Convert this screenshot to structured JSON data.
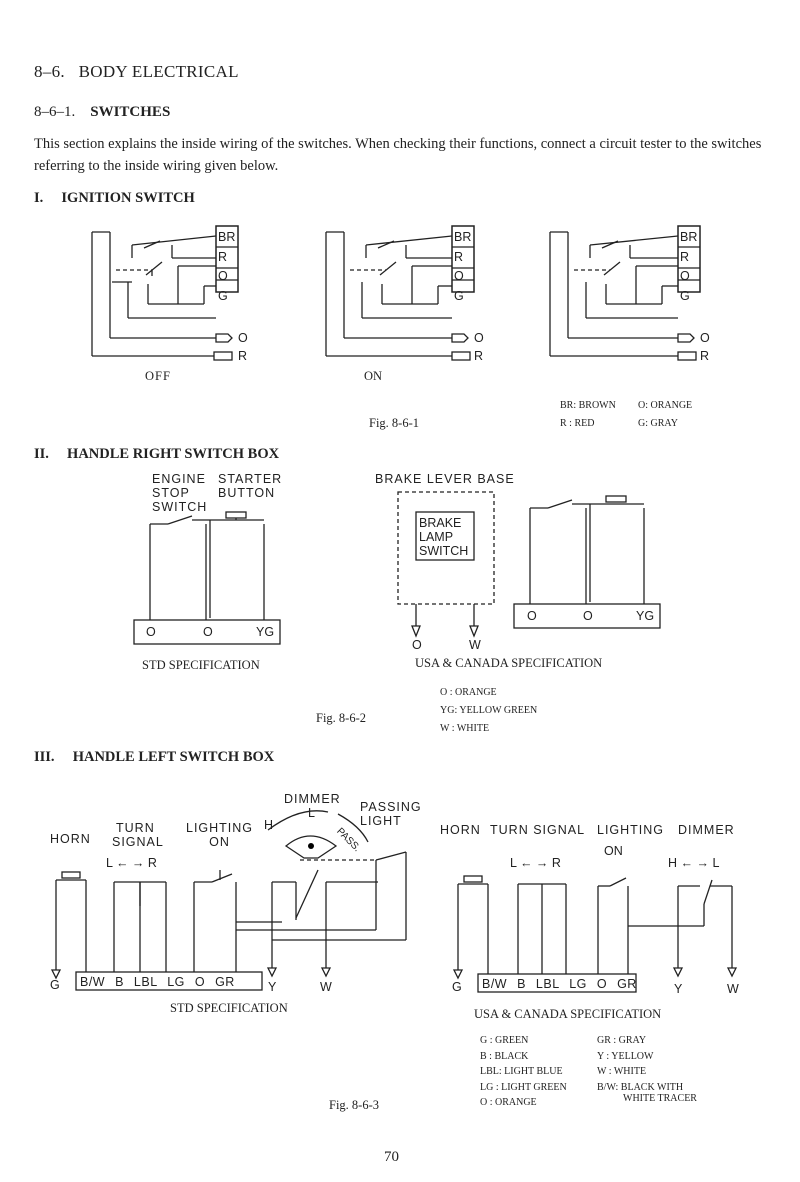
{
  "section": {
    "number": "8–6.",
    "title": "BODY ELECTRICAL"
  },
  "subsection": {
    "number": "8–6–1.",
    "title": "SWITCHES"
  },
  "intro": "This section explains the inside wiring of the switches. When checking their functions, connect a circuit tester to the switches referring to the inside wiring given below.",
  "ignition": {
    "heading_num": "I.",
    "heading": "IGNITION SWITCH",
    "terminals": [
      "BR",
      "R",
      "O",
      "G"
    ],
    "out_o": "O",
    "out_r": "R",
    "label_off": "OFF",
    "label_on": "ON",
    "fig": "Fig. 8-6-1",
    "legend": [
      "BR: BROWN",
      "O: ORANGE",
      "R  : RED",
      "G: GRAY"
    ]
  },
  "right_box": {
    "heading_num": "II.",
    "heading": "HANDLE RIGHT SWITCH BOX",
    "engine_stop": [
      "ENGINE",
      "STOP",
      "SWITCH"
    ],
    "starter": [
      "STARTER",
      "BUTTON"
    ],
    "brake_base": "BRAKE LEVER BASE",
    "brake_lamp": [
      "BRAKE",
      "LAMP",
      "SWITCH"
    ],
    "terminals": [
      "O",
      "O",
      "YG"
    ],
    "out_o": "O",
    "out_w": "W",
    "std": "STD SPECIFICATION",
    "usa": "USA & CANADA SPECIFICATION",
    "fig": "Fig. 8-6-2",
    "legend": [
      "O  : ORANGE",
      "YG: YELLOW GREEN",
      "W  : WHITE"
    ]
  },
  "left_box": {
    "heading_num": "III.",
    "heading": "HANDLE LEFT SWITCH BOX",
    "horn": "HORN",
    "turn": [
      "TURN",
      "SIGNAL"
    ],
    "lighting": [
      "LIGHTING",
      "ON"
    ],
    "dimmer": "DIMMER",
    "passing": [
      "PASSING",
      "LIGHT"
    ],
    "hl": "H",
    "l": "L",
    "pass": "PASS.",
    "lr": "L ←  → R",
    "hl_arrows": "H ←   → L",
    "usa_header": [
      "HORN",
      "TURN SIGNAL",
      "LIGHTING",
      "DIMMER"
    ],
    "usa_on": "ON",
    "g": "G",
    "y": "Y",
    "w": "W",
    "terminals": [
      "B/W",
      "B",
      "LBL",
      "LG",
      "O",
      "GR"
    ],
    "std": "STD SPECIFICATION",
    "usa": "USA & CANADA SPECIFICATION",
    "fig": "Fig. 8-6-3",
    "legend_left": [
      "G   : GREEN",
      "B   : BLACK",
      "LBL: LIGHT BLUE",
      "LG : LIGHT GREEN",
      "O   : ORANGE"
    ],
    "legend_right": [
      "GR : GRAY",
      "Y   : YELLOW",
      "W   : WHITE",
      "B/W: BLACK WITH",
      "WHITE TRACER"
    ]
  },
  "page_number": "70"
}
